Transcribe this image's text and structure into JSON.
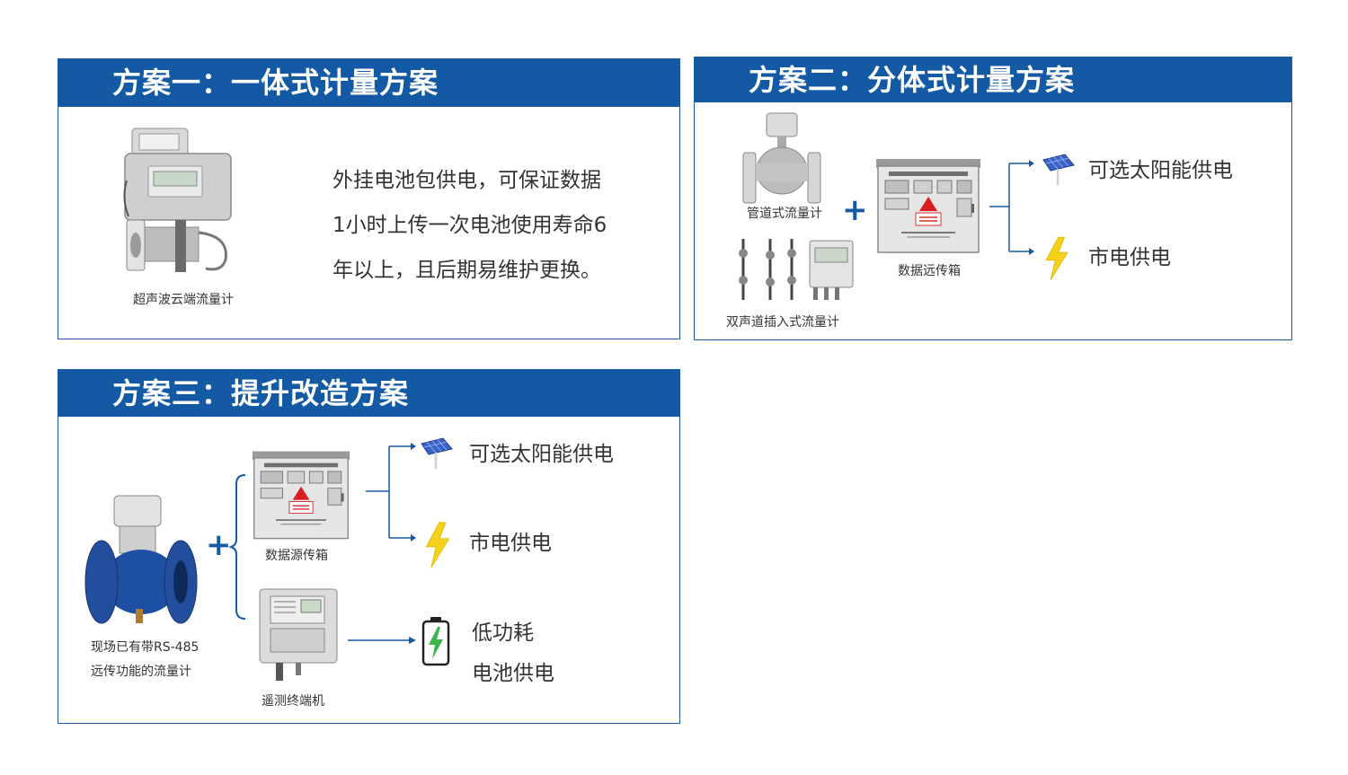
{
  "panel1": {
    "title": "方案一：一体式计量方案",
    "device_caption": "超声波云端流量计",
    "description_lines": [
      "外挂电池包供电，可保证数据",
      "1小时上传一次电池使用寿命6",
      "年以上，且后期易维护更换。"
    ]
  },
  "panel2": {
    "title": "方案二：分体式计量方案",
    "pipe_meter_caption": "管道式流量计",
    "insert_meter_caption": "双声道插入式流量计",
    "box_caption": "数据远传箱",
    "solar_label": "可选太阳能供电",
    "grid_label": "市电供电"
  },
  "panel3": {
    "title": "方案三：提升改造方案",
    "existing_meter_caption_line1": "现场已有带RS-485",
    "existing_meter_caption_line2": "远传功能的流量计",
    "box_caption": "数据源传箱",
    "terminal_caption": "遥测终端机",
    "solar_label": "可选太阳能供电",
    "grid_label": "市电供电",
    "battery_label_line1": "低功耗",
    "battery_label_line2": "电池供电"
  },
  "colors": {
    "header": "#1359a3",
    "border": "#1b5a9e",
    "bolt": "#f4d21a",
    "battery": "#3cb54a"
  },
  "icons": [
    "ultrasonic-meter-icon",
    "pipe-meter-icon",
    "insert-meter-icon",
    "control-box-icon",
    "solar-panel-icon",
    "lightning-icon",
    "battery-icon",
    "blue-flow-meter-icon",
    "rtu-terminal-icon"
  ]
}
